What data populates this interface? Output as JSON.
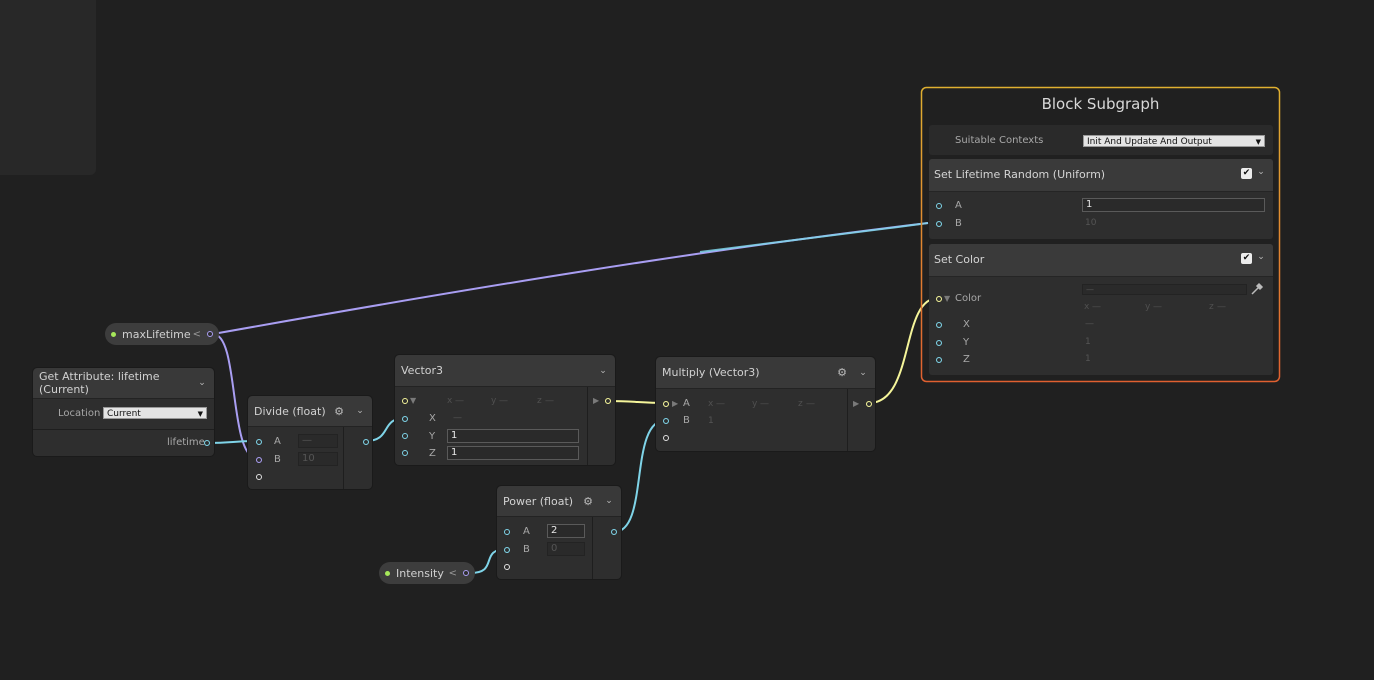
{
  "graph": {
    "params": [
      {
        "name": "maxLifetime"
      },
      {
        "name": "Intensity"
      }
    ],
    "collapse_glyph": "<",
    "get_attribute": {
      "title": "Get Attribute: lifetime (Current)",
      "location_label": "Location",
      "location_value": "Current",
      "output_label": "lifetime"
    },
    "divide": {
      "title": "Divide (float)",
      "a_label": "A",
      "a_value": "—",
      "b_label": "B",
      "b_value": "10"
    },
    "vector3": {
      "title": "Vector3",
      "x_sub": "x",
      "y_sub": "y",
      "z_sub": "z",
      "dash": "—",
      "x_label": "X",
      "x_value": "—",
      "y_label": "Y",
      "y_value": "1",
      "z_label": "Z",
      "z_value": "1"
    },
    "power": {
      "title": "Power (float)",
      "a_label": "A",
      "a_value": "2",
      "b_label": "B",
      "b_value": "0"
    },
    "multiply": {
      "title": "Multiply (Vector3)",
      "a_label": "A",
      "x_sub": "x",
      "y_sub": "y",
      "z_sub": "z",
      "dash": "—",
      "b_label": "B",
      "b_value": "1"
    },
    "block_subgraph": {
      "title": "Block Subgraph",
      "suitable_contexts_label": "Suitable Contexts",
      "suitable_contexts_value": "Init And Update And Output",
      "set_lifetime": {
        "title": "Set Lifetime Random (Uniform)",
        "a_label": "A",
        "a_value": "1",
        "b_label": "B",
        "b_value": "10"
      },
      "set_color": {
        "title": "Set Color",
        "color_label": "Color",
        "color_value": "—",
        "x_sub": "x",
        "y_sub": "y",
        "z_sub": "z",
        "dash": "—",
        "x_label": "X",
        "x_value": "—",
        "y_label": "Y",
        "y_value": "1",
        "z_label": "Z",
        "z_value": "1"
      }
    }
  },
  "colors": {
    "float_wire": "#7fd4e8",
    "param_wire": "#a99ef2",
    "vector_wire": "#f5f59a",
    "selection_border": "#e08a2a",
    "param_dot": "#a6e85a"
  },
  "icons": [
    "gear-icon",
    "chevron-down-icon",
    "checkbox-icon",
    "eyedropper-icon",
    "collapse-arrow-icon",
    "dropdown-arrow-icon"
  ]
}
